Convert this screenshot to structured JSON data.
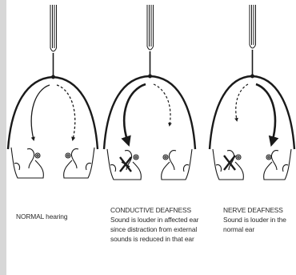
{
  "panels": [
    {
      "id": "normal",
      "title": "NORMAL hearing",
      "body": []
    },
    {
      "id": "conductive",
      "title": "CONDUCTIVE DEAFNESS",
      "body": [
        "Sound is louder in affected ear",
        "since distraction from external",
        "sounds is reduced in that ear"
      ]
    },
    {
      "id": "nerve",
      "title": "NERVE DEAFNESS",
      "body": [
        "Sound is louder in the",
        "normal ear"
      ]
    }
  ],
  "colors": {
    "ink": "#1a1a1a",
    "left_band": "#d7d7d7"
  }
}
